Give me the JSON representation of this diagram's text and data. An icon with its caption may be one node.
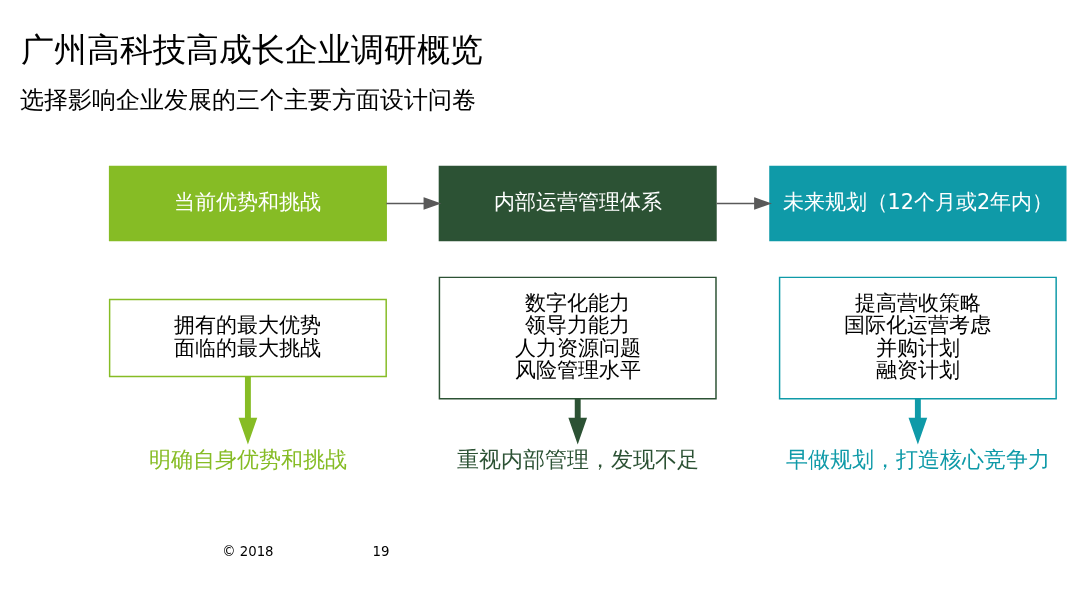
{
  "diagram": {
    "title": "广州高科技高成长企业调研概览",
    "nodes": [
      {
        "text": [
          "当前优势和挑战"
        ]
      },
      {
        "text": [
          "拥有的最大优势",
          "面临的最大挑战"
        ]
      },
      {
        "text": [
          "内部运营管理体系"
        ]
      },
      {
        "text": [
          "数字化能力",
          "领导力能力",
          "人力资源问题",
          "风险管理水平"
        ]
      },
      {
        "text": [
          "未来规划（12个月或2年内）"
        ]
      },
      {
        "text": [
          "提高营收策略",
          "国际化运营考虑",
          "并购计划",
          "融资计划"
        ]
      },
      {
        "text": [
          "明确自身优势和挑战"
        ]
      },
      {
        "text": [
          "重视内部管理，发现不足"
        ]
      },
      {
        "text": [
          "早做规划，打造核心竞争力"
        ]
      }
    ],
    "edges": [
      {
        "from": 0,
        "to": 2,
        "arrow": "to",
        "color": "#595959"
      },
      {
        "from": 2,
        "to": 4,
        "arrow": "to",
        "color": "#595959"
      },
      {
        "from": 1,
        "to": 6,
        "arrow": "to",
        "color": "#86bc25"
      },
      {
        "from": 3,
        "to": 7,
        "arrow": "to",
        "color": "#2c5234"
      },
      {
        "from": 5,
        "to": 8,
        "arrow": "to",
        "color": "#0f9aa8"
      }
    ],
    "labels": [
      "选择影响企业发展的三个主要方面设计问卷",
      "© 2018",
      "19"
    ]
  }
}
